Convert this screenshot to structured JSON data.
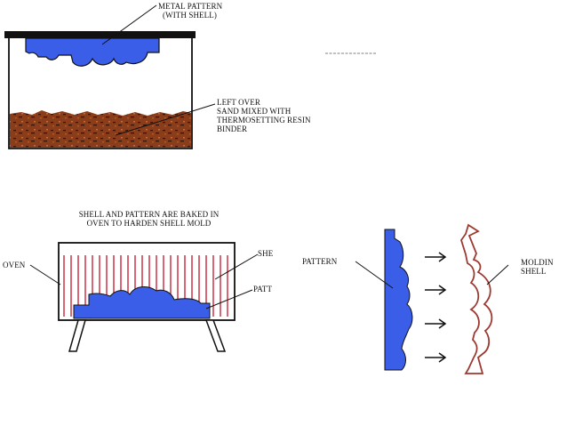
{
  "colors": {
    "pattern_blue": "#3a5ee8",
    "sand_brown": "#8b3d18",
    "shell_line": "#9c3a32",
    "oven_line": "#c3132b",
    "outline": "#111111"
  },
  "top_panel": {
    "pattern_label": [
      "METAL PATTERN",
      "(WITH SHELL)"
    ],
    "sand_label": [
      "LEFT OVER",
      "SAND MIXED WITH",
      "THERMOSETTING RESIN",
      "BINDER"
    ]
  },
  "oven_panel": {
    "caption": [
      "SHELL AND PATTERN ARE BAKED IN",
      "OVEN TO HARDEN SHELL MOLD"
    ],
    "oven_label": "OVEN",
    "shell_label": "SHE",
    "pattern_label": "PATT"
  },
  "right_panel": {
    "pattern_label": "PATTERN",
    "shell_label": [
      "MOLDIN",
      "SHELL"
    ]
  }
}
